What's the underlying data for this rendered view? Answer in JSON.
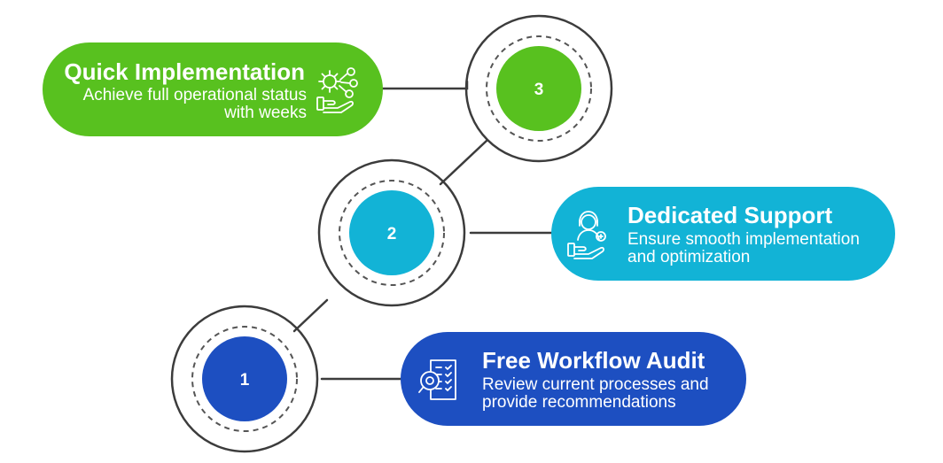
{
  "steps": [
    {
      "number": "1",
      "title": "Free Workflow Audit",
      "description_lines": [
        "Review current processes and",
        "provide recommendations"
      ],
      "color": "#1d4fc1",
      "icon": "document-audit-magnifier-icon"
    },
    {
      "number": "2",
      "title": "Dedicated Support",
      "description_lines": [
        "Ensure smooth implementation",
        "and optimization"
      ],
      "color": "#12b3d6",
      "icon": "support-agent-hand-icon"
    },
    {
      "number": "3",
      "title": "Quick Implementation",
      "description_lines": [
        "Achieve full operational status",
        "with weeks"
      ],
      "color": "#58c11f",
      "icon": "gear-hand-network-icon"
    }
  ]
}
